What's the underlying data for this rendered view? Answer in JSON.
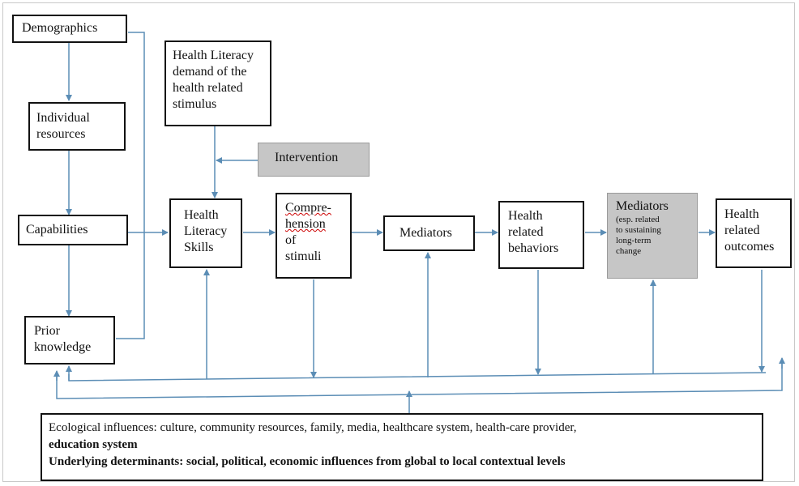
{
  "boxes": {
    "demographics": "Demographics",
    "individual_resources_1": "Individual",
    "individual_resources_2": "resources",
    "capabilities": "Capabilities",
    "prior_knowledge_1": "Prior",
    "prior_knowledge_2": "knowledge",
    "hl_demand_1": "Health Literacy",
    "hl_demand_2": "demand of the",
    "hl_demand_3": "health related",
    "hl_demand_4": "stimulus",
    "intervention": "Intervention",
    "hl_skills_1": "Health",
    "hl_skills_2": "Literacy",
    "hl_skills_3": "Skills",
    "comprehension_1": "Compre-",
    "comprehension_2": "hension",
    "comprehension_3": "of",
    "comprehension_4": "stimuli",
    "mediators": "Mediators",
    "behaviors_1": "Health",
    "behaviors_2": "related",
    "behaviors_3": "behaviors",
    "mediators2_title": "Mediators",
    "mediators2_1": "(esp. related",
    "mediators2_2": "to sustaining",
    "mediators2_3": "long-term",
    "mediators2_4": "change",
    "outcomes_1": "Health",
    "outcomes_2": "related",
    "outcomes_3": "outcomes"
  },
  "bottom": {
    "line1": "Ecological influences: culture, community resources, family, media, healthcare system, health-care provider,",
    "line2": "education system",
    "line3": "Underlying determinants: social, political, economic influences from global to local contextual levels"
  },
  "colors": {
    "arrow": "#5b8db5",
    "gray_box": "#c6c6c6"
  }
}
